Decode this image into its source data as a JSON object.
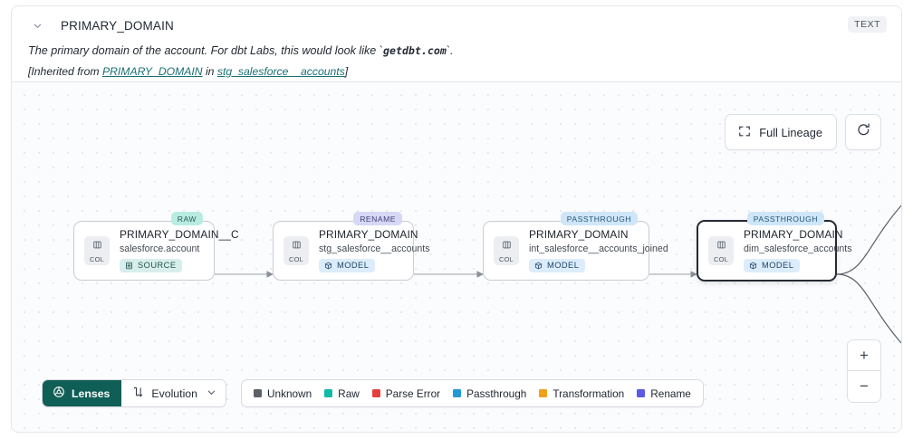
{
  "header": {
    "collapse_icon": "chevron-down-icon",
    "title": "PRIMARY_DOMAIN",
    "type_badge": "TEXT",
    "description_pre": "The primary domain of the account. For dbt Labs, this would look like `",
    "description_code": "getdbt.com",
    "description_post": "`.",
    "inherited_prefix": "[Inherited from ",
    "inherited_column": "PRIMARY_DOMAIN",
    "inherited_mid": " in ",
    "inherited_model": "stg_salesforce__accounts",
    "inherited_suffix": "]"
  },
  "controls": {
    "full_lineage_label": "Full Lineage",
    "full_lineage_icon": "expand-icon",
    "refresh_icon": "refresh-icon",
    "zoom_in_label": "+",
    "zoom_out_label": "−"
  },
  "graph": {
    "nodes": [
      {
        "tag": "RAW",
        "tag_kind": "raw",
        "col_label": "COL",
        "title": "PRIMARY_DOMAIN__C",
        "subtitle": "salesforce.account",
        "kind_label": "SOURCE",
        "kind_type": "source",
        "selected": false
      },
      {
        "tag": "RENAME",
        "tag_kind": "rename",
        "col_label": "COL",
        "title": "PRIMARY_DOMAIN",
        "subtitle": "stg_salesforce__accounts",
        "kind_label": "MODEL",
        "kind_type": "model",
        "selected": false
      },
      {
        "tag": "PASSTHROUGH",
        "tag_kind": "passthrough",
        "col_label": "COL",
        "title": "PRIMARY_DOMAIN",
        "subtitle": "int_salesforce__accounts_joined",
        "kind_label": "MODEL",
        "kind_type": "model",
        "selected": false
      },
      {
        "tag": "PASSTHROUGH",
        "tag_kind": "passthrough",
        "col_label": "COL",
        "title": "PRIMARY_DOMAIN",
        "subtitle": "dim_salesforce_accounts",
        "kind_label": "MODEL",
        "kind_type": "model",
        "selected": true
      }
    ]
  },
  "toolbar": {
    "lenses_label": "Lenses",
    "lenses_icon": "aperture-icon",
    "evolution_label": "Evolution",
    "evolution_icon": "evolution-icon",
    "evolution_chevron": "chevron-down-icon"
  },
  "legend": {
    "items": [
      {
        "label": "Unknown",
        "color": "#5b6068"
      },
      {
        "label": "Raw",
        "color": "#14b8a6"
      },
      {
        "label": "Parse Error",
        "color": "#e4403c"
      },
      {
        "label": "Passthrough",
        "color": "#1f9ad6"
      },
      {
        "label": "Transformation",
        "color": "#f0a019"
      },
      {
        "label": "Rename",
        "color": "#5a5ae6"
      }
    ]
  }
}
